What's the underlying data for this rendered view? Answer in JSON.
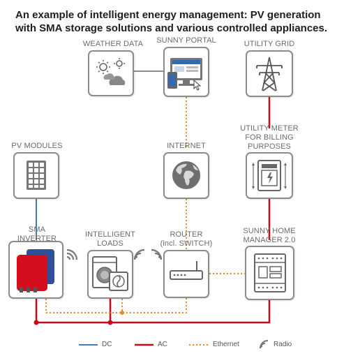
{
  "title_line1": "An example of intelligent energy management: PV generation",
  "title_line2": "with SMA storage solutions and various controlled appliances.",
  "nodes": {
    "weather": {
      "label": "WEATHER DATA"
    },
    "portal": {
      "label": "SUNNY PORTAL"
    },
    "grid": {
      "label": "UTILITY GRID"
    },
    "meter": {
      "label_lines": [
        "UTILITY METER",
        "FOR BILLING",
        "PURPOSES"
      ]
    },
    "pv": {
      "label": "PV MODULES"
    },
    "internet": {
      "label": "INTERNET"
    },
    "inverter": {
      "label_lines": [
        "SMA",
        "INVERTER"
      ]
    },
    "loads": {
      "label_lines": [
        "INTELLIGENT",
        "LOADS"
      ]
    },
    "router": {
      "label_lines": [
        "ROUTER",
        "(incl. SWITCH)"
      ]
    },
    "homemanager": {
      "label_lines": [
        "SUNNY HOME",
        "MANAGER 2.0"
      ]
    }
  },
  "legend": {
    "dc": "DC",
    "ac": "AC",
    "ethernet": "Ethernet",
    "radio": "Radio"
  },
  "colors": {
    "dc": "#4a79b8",
    "ac": "#cc0a16",
    "ethernet": "#e8892a",
    "radio_icon": "#777777",
    "box_border": "#8c8c8c",
    "inverter_red": "#d40d1c",
    "inverter_blue": "#2f4f9a"
  }
}
